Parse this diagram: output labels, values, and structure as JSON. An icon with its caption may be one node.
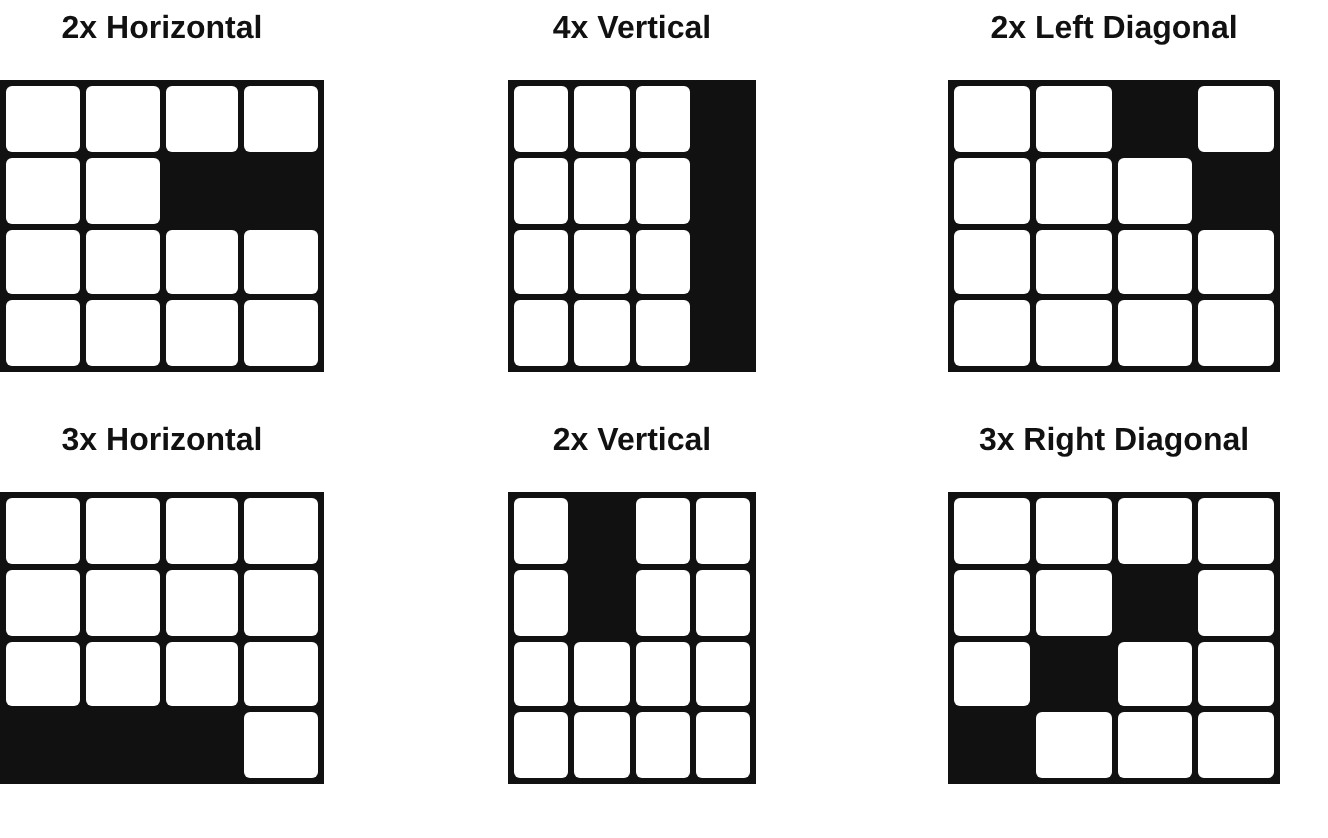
{
  "diagram": {
    "nodes": [
      {
        "text": [
          "2x Horizontal"
        ]
      },
      {
        "text": [
          "4x Vertical"
        ]
      },
      {
        "text": [
          "2x Left Diagonal"
        ]
      },
      {
        "text": [
          "3x Horizontal"
        ]
      },
      {
        "text": [
          "2x Vertical"
        ]
      },
      {
        "text": [
          "3x Right Diagonal"
        ]
      }
    ]
  }
}
